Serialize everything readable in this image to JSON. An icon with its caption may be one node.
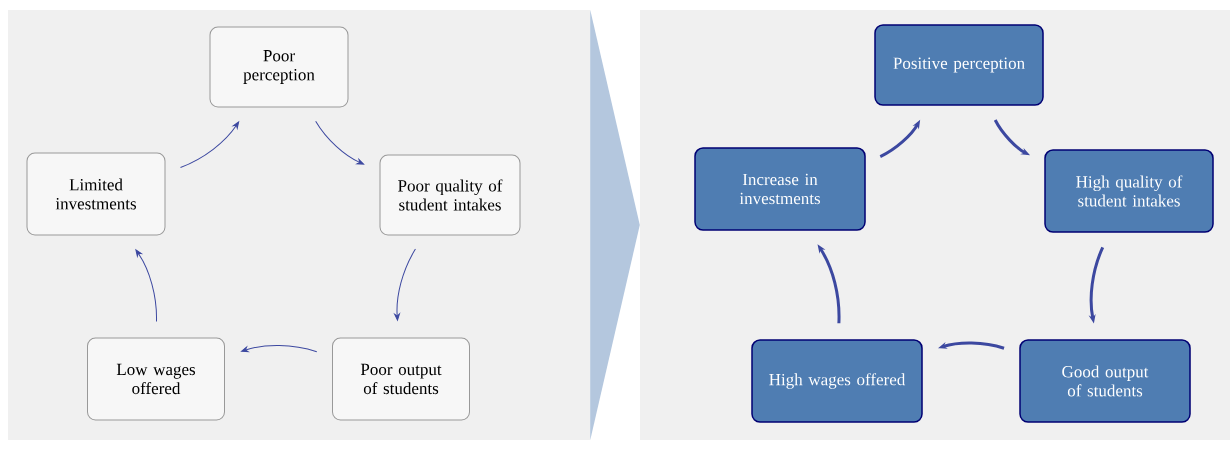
{
  "diagram": {
    "nodes": [
      {
        "text": [],
        "shape": "box"
      },
      {
        "text": [
          "Poor perception"
        ],
        "in": 0
      },
      {
        "text": [
          "Poor quality of student intakes"
        ],
        "in": 0
      },
      {
        "text": [
          "Poor output of students"
        ],
        "in": 0
      },
      {
        "text": [
          "Low wages offered"
        ],
        "in": 0
      },
      {
        "text": [
          "Limited investments"
        ],
        "in": 0
      },
      {
        "text": [],
        "shape": "box"
      },
      {
        "text": [
          "Positive perception"
        ],
        "in": 6
      },
      {
        "text": [
          "High quality of student intakes"
        ],
        "in": 6
      },
      {
        "text": [
          "Good output of students"
        ],
        "in": 6
      },
      {
        "text": [
          "High wages offered"
        ],
        "in": 6
      },
      {
        "text": [
          "Increase in investments"
        ],
        "in": 6
      }
    ],
    "edges": [
      {
        "from": 5,
        "to": 1,
        "arrow": "to"
      },
      {
        "from": 1,
        "to": 2,
        "arrow": "to"
      },
      {
        "from": 2,
        "to": 3,
        "arrow": "to"
      },
      {
        "from": 3,
        "to": 4,
        "arrow": "to"
      },
      {
        "from": 4,
        "to": 5,
        "arrow": "to"
      },
      {
        "from": 11,
        "to": 7,
        "arrow": "to",
        "style": "thick"
      },
      {
        "from": 7,
        "to": 8,
        "arrow": "to",
        "style": "thick"
      },
      {
        "from": 8,
        "to": 9,
        "arrow": "to",
        "style": "thick"
      },
      {
        "from": 9,
        "to": 10,
        "arrow": "to",
        "style": "thick"
      },
      {
        "from": 10,
        "to": 11,
        "arrow": "to",
        "style": "thick"
      },
      {
        "from": 0,
        "to": 6,
        "arrow": "to"
      }
    ]
  }
}
